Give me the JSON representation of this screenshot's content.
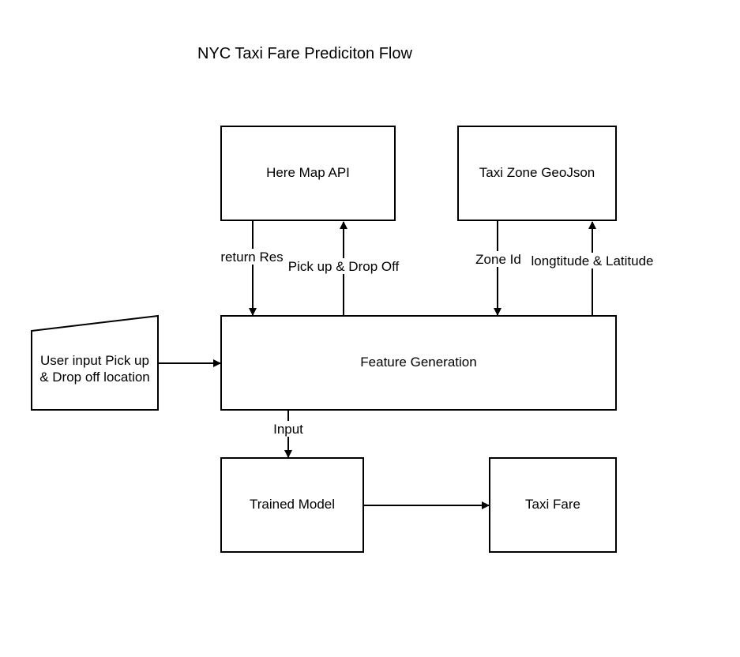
{
  "title": "NYC Taxi Fare Prediciton Flow",
  "nodes": {
    "here_map_api": "Here Map API",
    "taxi_zone_geojson": "Taxi Zone GeoJson",
    "feature_generation": "Feature Generation",
    "user_input_line1": "User input Pick up",
    "user_input_line2": "& Drop off location",
    "trained_model": "Trained Model",
    "taxi_fare": "Taxi Fare"
  },
  "edges": {
    "return_res": "return Res",
    "pickup_dropoff": "Pick up & Drop Off",
    "zone_id": "Zone Id",
    "longtitude_latitude": "longtitude & Latitude",
    "input": "Input"
  }
}
